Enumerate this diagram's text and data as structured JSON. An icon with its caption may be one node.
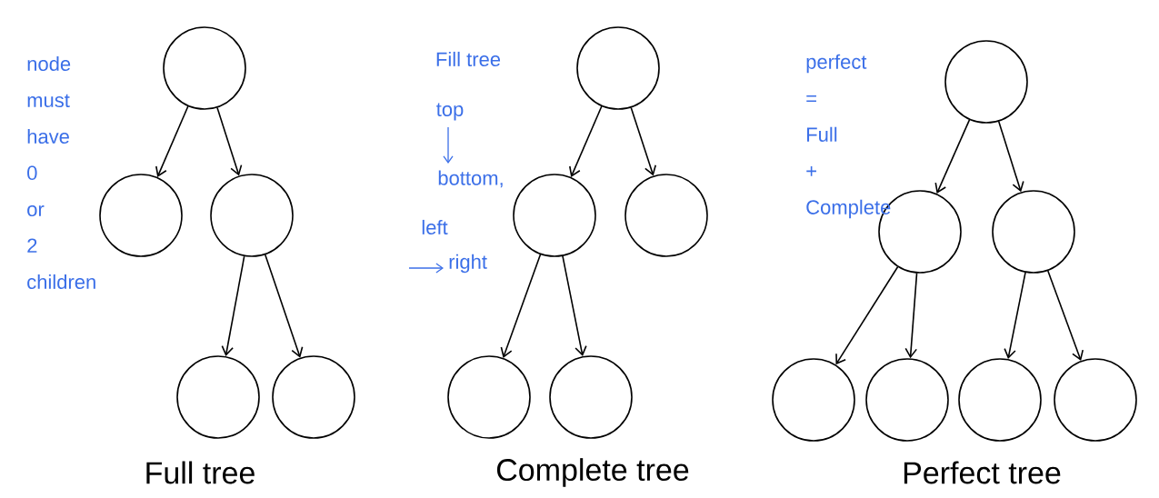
{
  "diagram": {
    "nodes": [
      {
        "text": [],
        "shape": "circle"
      },
      {
        "text": [],
        "shape": "circle"
      },
      {
        "text": [],
        "shape": "circle"
      },
      {
        "text": [],
        "shape": "circle"
      },
      {
        "text": [],
        "shape": "circle"
      },
      {
        "text": [],
        "shape": "circle"
      },
      {
        "text": [],
        "shape": "circle"
      },
      {
        "text": [],
        "shape": "circle"
      },
      {
        "text": [],
        "shape": "circle"
      },
      {
        "text": [],
        "shape": "circle"
      },
      {
        "text": [],
        "shape": "circle"
      },
      {
        "text": [],
        "shape": "circle"
      },
      {
        "text": [],
        "shape": "circle"
      },
      {
        "text": [],
        "shape": "circle"
      },
      {
        "text": [],
        "shape": "circle"
      },
      {
        "text": [],
        "shape": "circle"
      },
      {
        "text": [],
        "shape": "circle"
      }
    ],
    "edges": [
      {
        "from": 0,
        "to": 1,
        "arrow": "to"
      },
      {
        "from": 0,
        "to": 2,
        "arrow": "to"
      },
      {
        "from": 2,
        "to": 3,
        "arrow": "to"
      },
      {
        "from": 2,
        "to": 4,
        "arrow": "to"
      },
      {
        "from": 5,
        "to": 6,
        "arrow": "to"
      },
      {
        "from": 5,
        "to": 7,
        "arrow": "to"
      },
      {
        "from": 6,
        "to": 8,
        "arrow": "to"
      },
      {
        "from": 6,
        "to": 9,
        "arrow": "to"
      },
      {
        "from": 10,
        "to": 11,
        "arrow": "to"
      },
      {
        "from": 10,
        "to": 12,
        "arrow": "to"
      },
      {
        "from": 11,
        "to": 13,
        "arrow": "to"
      },
      {
        "from": 11,
        "to": 14,
        "arrow": "to"
      },
      {
        "from": 12,
        "to": 15,
        "arrow": "to"
      },
      {
        "from": 12,
        "to": 16,
        "arrow": "to"
      }
    ],
    "labels": [
      "node must have 0 or 2 children",
      "Fill tree",
      "top",
      "bottom,",
      "left",
      "right",
      "perfect = Full + Complete",
      "Full tree",
      "Complete tree",
      "Perfect tree"
    ]
  }
}
